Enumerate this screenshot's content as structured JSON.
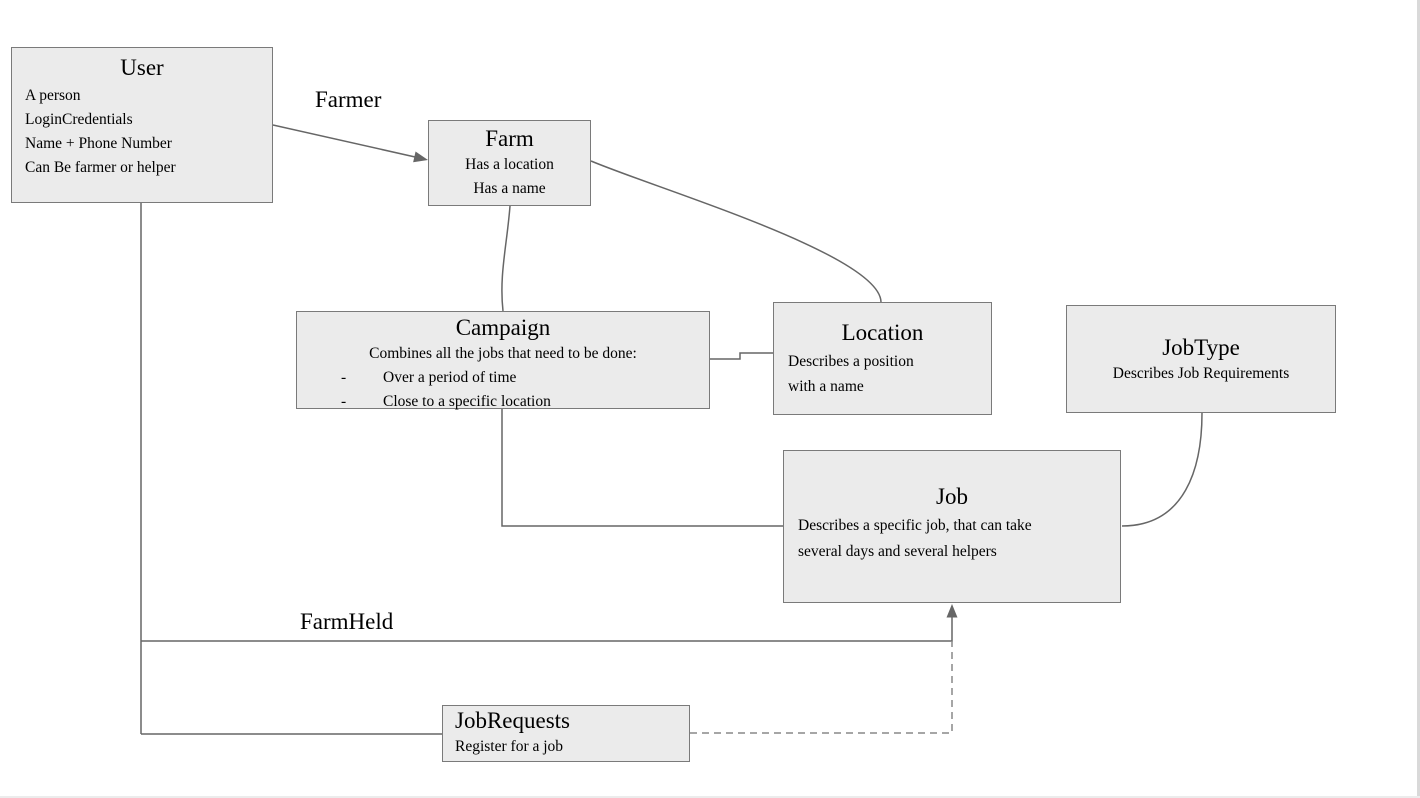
{
  "page": {
    "background": "#ffffff",
    "frame_border_color": "#d9d9d9"
  },
  "diagram": {
    "node_fill": "#ebebeb",
    "node_border_color": "#7a7a7a",
    "connector_color": "#666666",
    "nodes": {
      "user": {
        "title": "User",
        "lines": [
          "A person",
          "LoginCredentials",
          "Name + Phone Number",
          "Can Be farmer or helper"
        ]
      },
      "farm": {
        "title": "Farm",
        "lines": [
          "Has a location",
          "Has a name"
        ]
      },
      "campaign": {
        "title": "Campaign",
        "intro": "Combines all the jobs that need to be done:",
        "bullet_char": "-",
        "bullets": [
          "Over a period of time",
          "Close to a specific location"
        ]
      },
      "location": {
        "title": "Location",
        "lines": [
          "Describes a position",
          "with a name"
        ]
      },
      "jobtype": {
        "title": "JobType",
        "lines": [
          "Describes Job Requirements"
        ]
      },
      "job": {
        "title": "Job",
        "lines": [
          "Describes a specific job, that can take",
          "several days and several helpers"
        ]
      },
      "jobrequests": {
        "title": "JobRequests",
        "lines": [
          "Register for a job"
        ]
      }
    },
    "edge_labels": {
      "farmer": "Farmer",
      "farm_held": "FarmHeld"
    }
  }
}
